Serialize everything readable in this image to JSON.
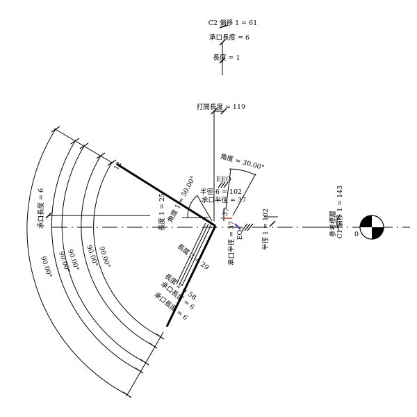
{
  "top": {
    "c2_offset": "C2 偏移 1 = 61",
    "socket_length_top": "承口長度 = 6",
    "length_top": "長度 = 1",
    "open_length": "打開長度 = 119"
  },
  "center": {
    "angle": "角度 = 30.00°",
    "eq_top": "EEQ",
    "radius6": "半徑 6 = 102",
    "socket_radius": "承口半徑 = 37",
    "socket_radius_vert": "承口半徑 = 37",
    "eq_right": "EQ",
    "radius1": "半徑 1 = 102",
    "small_37": "37"
  },
  "left": {
    "label_12": "12",
    "length1": "長度 1 = 25",
    "angle1": "角度 1 = 50.00°",
    "socket_length_left": "承口長度 = 6",
    "arc_angles": [
      "90.00°",
      "90.00°",
      "90.00°",
      "90.00°",
      "90.00°"
    ]
  },
  "bottom": {
    "length3": "長度 3 = 29",
    "length2": "長度 2 = 58",
    "socket_length_1": "承口長度 = 6",
    "socket_length_2": "承口長度 = 6"
  },
  "level": {
    "c1_offset": "C1 偏移 1 = 143",
    "ref_level": "參考標層",
    "elevation": "0"
  }
}
